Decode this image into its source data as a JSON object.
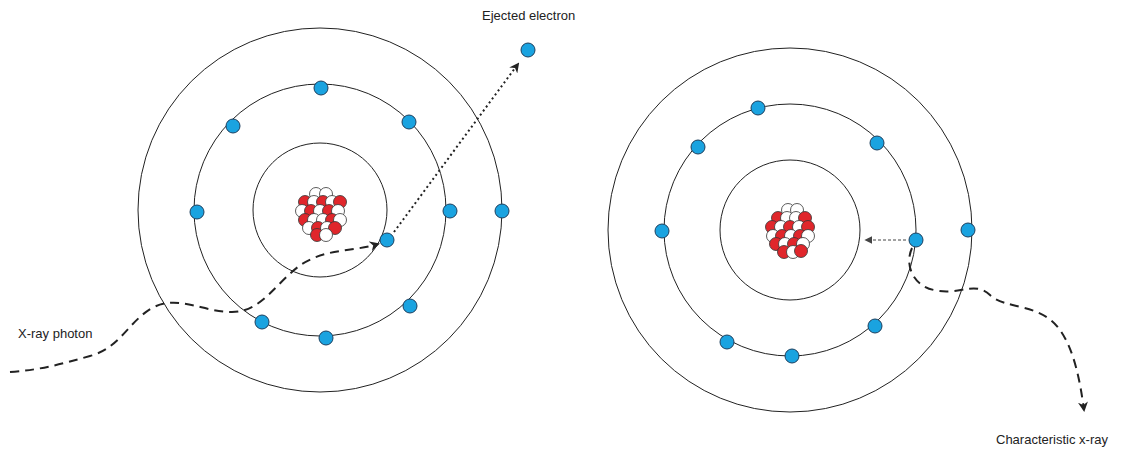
{
  "diagram": {
    "labels": [
      "Ejected electron",
      "X-ray photon",
      "Characteristic x-ray"
    ]
  }
}
